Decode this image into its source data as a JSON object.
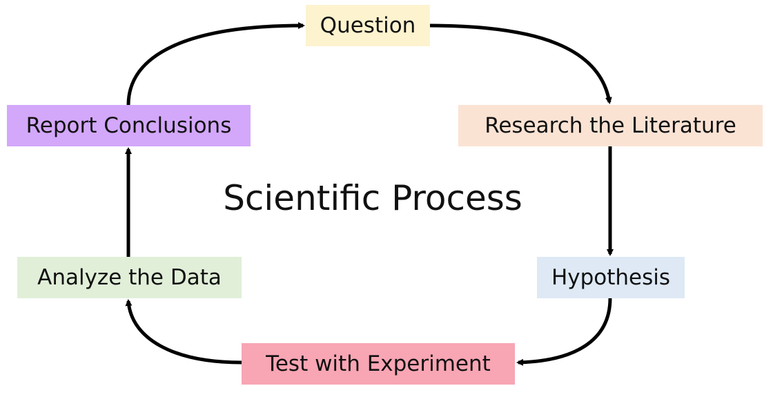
{
  "diagram": {
    "title": "Scientific Process",
    "nodes": [
      {
        "id": "question",
        "label": "Question",
        "color": "#FDF3CF"
      },
      {
        "id": "research",
        "label": "Research the Literature",
        "color": "#FBE3D4"
      },
      {
        "id": "hypothesis",
        "label": "Hypothesis",
        "color": "#DEE9F5"
      },
      {
        "id": "test",
        "label": "Test with Experiment",
        "color": "#F8A5B4"
      },
      {
        "id": "analyze",
        "label": "Analyze the Data",
        "color": "#E1EFD8"
      },
      {
        "id": "report",
        "label": "Report Conclusions",
        "color": "#D3A7FA"
      }
    ],
    "edges": [
      {
        "from": "question",
        "to": "research"
      },
      {
        "from": "research",
        "to": "hypothesis"
      },
      {
        "from": "hypothesis",
        "to": "test"
      },
      {
        "from": "test",
        "to": "analyze"
      },
      {
        "from": "analyze",
        "to": "report"
      },
      {
        "from": "report",
        "to": "question"
      }
    ],
    "arrow_color": "#000000"
  }
}
